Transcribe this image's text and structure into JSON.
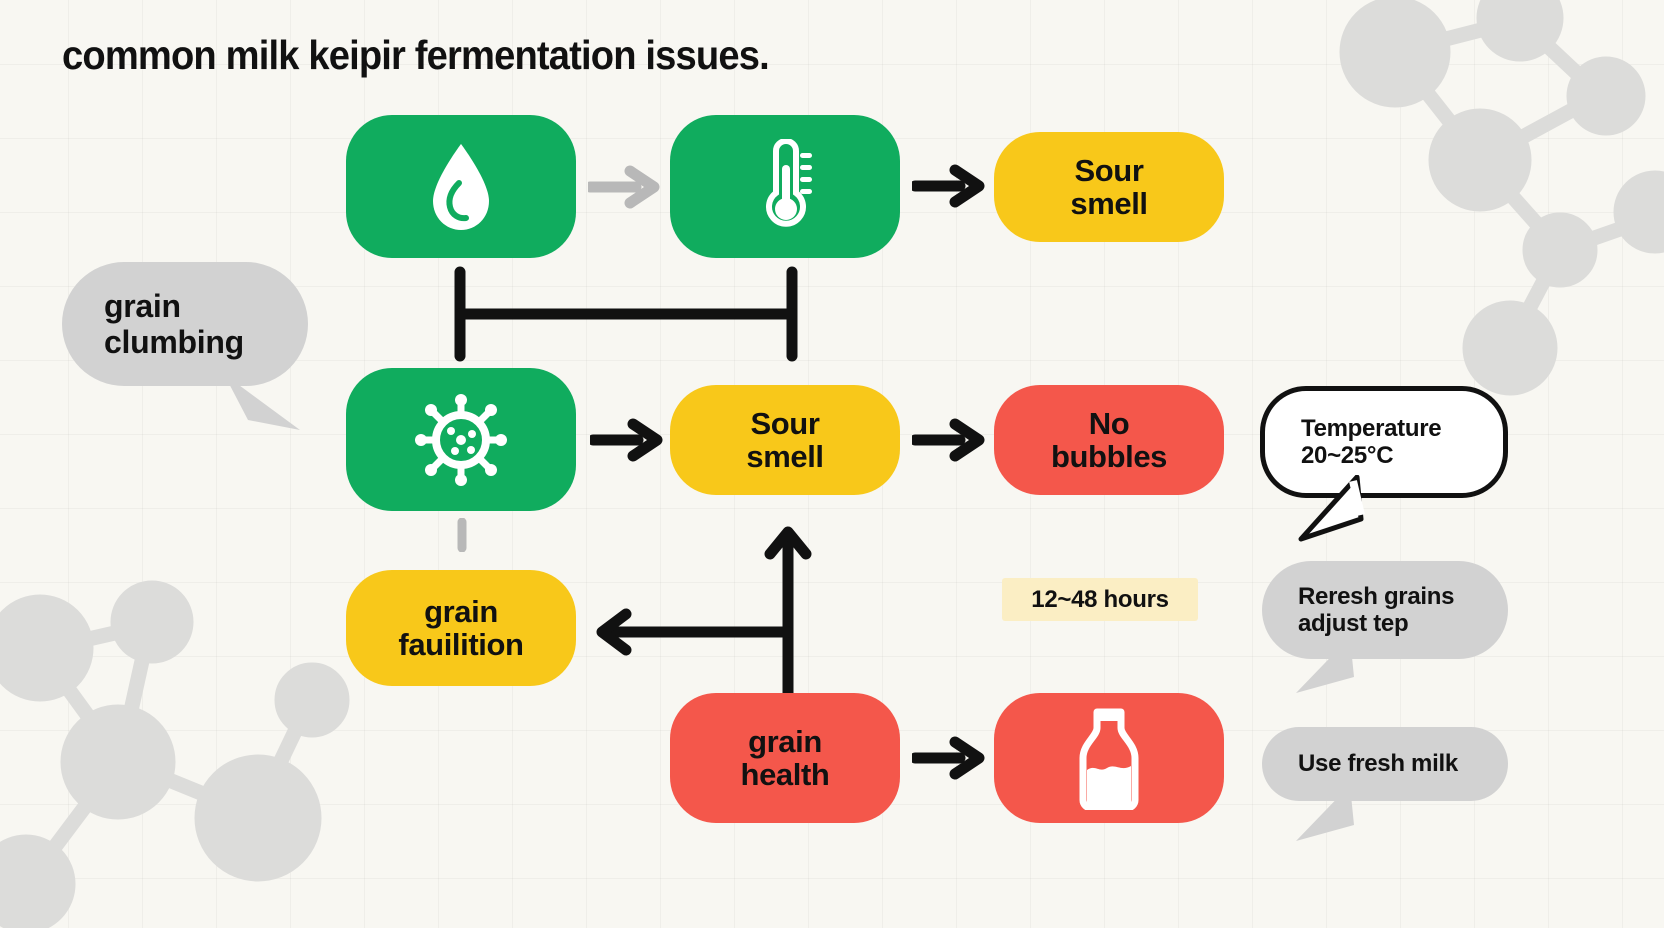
{
  "page": {
    "title": "common milk keipir fermentation issues.",
    "background_color": "#f8f7f2",
    "grid_color": "#eceae3"
  },
  "palette": {
    "green": "#10ac5e",
    "yellow": "#f8c81a",
    "red": "#f4574b",
    "gray_bubble": "#d2d2d2",
    "cream_badge": "#fbeec4",
    "arrow_black": "#111111",
    "arrow_gray": "#b8b8b8",
    "text": "#111111"
  },
  "diagram": {
    "nodes": [
      {
        "id": "moisture",
        "row": 1,
        "col": 1,
        "color": "green",
        "icon": "water-drop-icon",
        "label": ""
      },
      {
        "id": "temperature",
        "row": 1,
        "col": 2,
        "color": "green",
        "icon": "thermometer-icon",
        "label": ""
      },
      {
        "id": "sour-smell-top",
        "row": 1,
        "col": 3,
        "color": "yellow",
        "icon": "",
        "label": "Sour\nsmell"
      },
      {
        "id": "culture",
        "row": 2,
        "col": 1,
        "color": "green",
        "icon": "microbe-icon",
        "label": ""
      },
      {
        "id": "sour-smell-mid",
        "row": 2,
        "col": 2,
        "color": "yellow",
        "icon": "",
        "label": "Sour\nsmell"
      },
      {
        "id": "no-bubbles",
        "row": 2,
        "col": 3,
        "color": "red",
        "icon": "",
        "label": "No\nbubbles"
      },
      {
        "id": "grain-fauilition",
        "row": 3,
        "col": 1,
        "color": "yellow",
        "icon": "",
        "label": "grain\nfauilition"
      },
      {
        "id": "grain-health",
        "row": 4,
        "col": 2,
        "color": "red",
        "icon": "",
        "label": "grain\nhealth"
      },
      {
        "id": "milk-bottle",
        "row": 4,
        "col": 3,
        "color": "red",
        "icon": "milk-bottle-icon",
        "label": ""
      }
    ],
    "node_labels": {
      "sour_smell_top_line1": "Sour",
      "sour_smell_top_line2": "smell",
      "sour_smell_mid_line1": "Sour",
      "sour_smell_mid_line2": "smell",
      "no_bubbles_line1": "No",
      "no_bubbles_line2": "bubbles",
      "grain_fauilition_line1": "grain",
      "grain_fauilition_line2": "fauilition",
      "grain_health_line1": "grain",
      "grain_health_line2": "health"
    },
    "connectors": [
      {
        "id": "moisture-to-temperature",
        "from": "moisture",
        "to": "temperature",
        "style": "gray-arrow-right"
      },
      {
        "id": "temperature-to-sour-top",
        "from": "temperature",
        "to": "sour-smell-top",
        "style": "black-arrow-right"
      },
      {
        "id": "row1-bracket",
        "from": "moisture",
        "to": "temperature",
        "style": "black-bracket-down"
      },
      {
        "id": "culture-to-sour-mid",
        "from": "culture",
        "to": "sour-smell-mid",
        "style": "black-arrow-right"
      },
      {
        "id": "sour-mid-to-no-bubbles",
        "from": "sour-smell-mid",
        "to": "no-bubbles",
        "style": "black-arrow-right"
      },
      {
        "id": "culture-to-grain-fauilition",
        "from": "culture",
        "to": "grain-fauilition",
        "style": "gray-stub-down"
      },
      {
        "id": "grain-health-to-sour-mid",
        "from": "grain-health",
        "to": "sour-smell-mid",
        "style": "black-arrow-up"
      },
      {
        "id": "elbow-to-grain-fauilition",
        "from": "grain-health",
        "to": "grain-fauilition",
        "style": "black-arrow-left"
      },
      {
        "id": "grain-health-to-milk",
        "from": "grain-health",
        "to": "milk-bottle",
        "style": "black-arrow-right"
      }
    ]
  },
  "annotations": {
    "grain_clumbing": {
      "line1": "grain",
      "line2": "clumbing",
      "style": "gray-bubble"
    },
    "temperature": {
      "line1": "Temperature",
      "line2": "20~25°C",
      "style": "white-outline-bubble"
    },
    "refresh_grains": {
      "line1": "Reresh grains",
      "line2": "adjust tep",
      "style": "gray-bubble"
    },
    "fresh_milk": {
      "line1": "Use fresh milk",
      "line2": "",
      "style": "gray-bubble"
    },
    "duration_badge": {
      "text": "12~48 hours",
      "style": "cream-highlight"
    }
  },
  "icons": {
    "water_drop": "water-drop-icon",
    "thermometer": "thermometer-icon",
    "microbe": "microbe-icon",
    "milk_bottle": "milk-bottle-icon"
  }
}
